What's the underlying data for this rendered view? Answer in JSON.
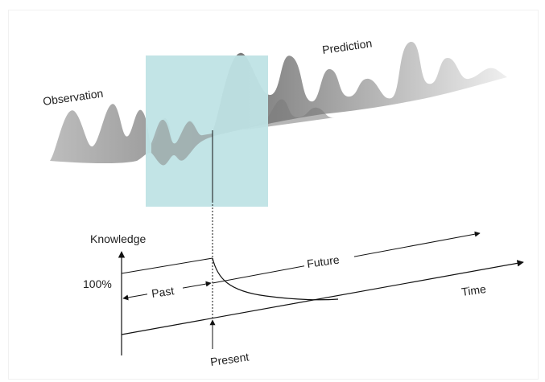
{
  "labels": {
    "observation": "Observation",
    "prediction": "Prediction",
    "knowledge": "Knowledge",
    "percent_100": "100%",
    "past": "Past",
    "future": "Future",
    "time": "Time",
    "present": "Present"
  },
  "colors": {
    "highlight_box": "#bfe3e5",
    "observation_wave": "#9a9a9a",
    "prediction_wave_dark": "#6f6f6f",
    "prediction_wave_light": "#e4e4e4",
    "lines": "#111111"
  }
}
